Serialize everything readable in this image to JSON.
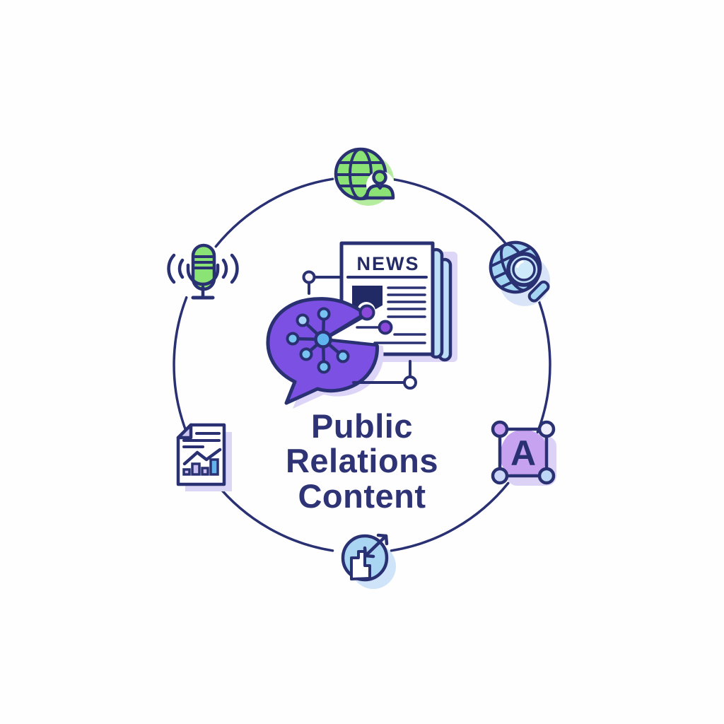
{
  "background": "#fefeff",
  "title": {
    "lines": [
      "Public",
      "Relations",
      "Content"
    ],
    "color": "#2d3374"
  },
  "center_illustration": {
    "news_label": "NEWS",
    "description": "purple speech bubble with network hub connected to a newspaper"
  },
  "icons": {
    "top": {
      "name": "globe-audience-icon",
      "color": "#8be275"
    },
    "top_right": {
      "name": "globe-magnifier-icon",
      "color": "#a3d4f2"
    },
    "right": {
      "name": "typography-frame-icon",
      "letter": "A",
      "color": "#c7a2f1"
    },
    "bottom": {
      "name": "sync-arrow-icon",
      "color": "#a9d4f2"
    },
    "bottom_left": {
      "name": "report-chart-icon",
      "color": "#c8bef0"
    },
    "left": {
      "name": "microphone-icon",
      "color": "#8be275"
    }
  },
  "palette": {
    "navy": "#2a3173",
    "purple": "#7c50e2",
    "violet": "#8b49dc",
    "green": "#8be275",
    "blue": "#5fb3ee",
    "light_blue": "#a9d4f2",
    "pale_blue": "#bde0f8",
    "lavender": "#c7a2f1",
    "shadow_lavender": "#dcd5f7"
  }
}
